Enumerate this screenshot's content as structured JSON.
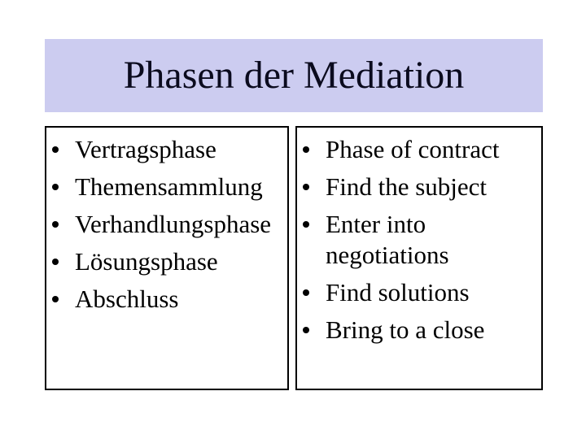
{
  "slide": {
    "title": "Phasen der Mediation",
    "left_box": {
      "items": [
        "Vertragsphase",
        "Themensammlung",
        "Verhandlungsphase",
        "Lösungsphase",
        "Abschluss"
      ]
    },
    "right_box": {
      "items": [
        "Phase of contract",
        "Find the subject",
        "Enter into negotiations",
        "Find solutions",
        "Bring to a close"
      ]
    },
    "colors": {
      "slide_background": "#ffffff",
      "title_background": "#ccccf0",
      "title_text": "#0b0b1e",
      "body_text": "#000000",
      "box_border": "#000000"
    }
  }
}
